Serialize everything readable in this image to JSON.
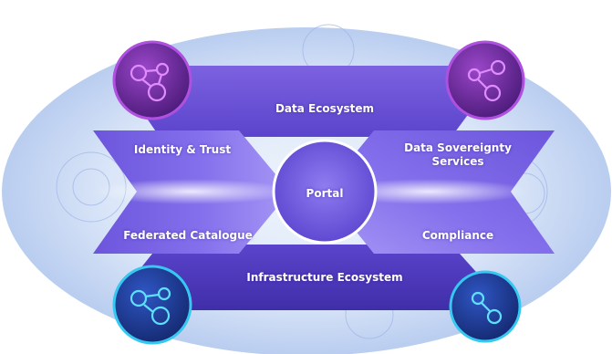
{
  "diagram": {
    "top_band": "Data Ecosystem",
    "bottom_band": "Infrastructure Ecosystem",
    "left_upper": "Identity & Trust",
    "left_lower": "Federated Catalogue",
    "right_upper": "Data Sovereignty Services",
    "right_lower": "Compliance",
    "center": "Portal"
  },
  "colors": {
    "halo_light": "#e8f0fb",
    "halo_dark": "#b9cdf0",
    "band_top": "#6f55d8",
    "band_bottom": "#4c38b8",
    "panel": "#7a62e6",
    "panel_glow": "#a99bf3",
    "top_node": "#7a2fa8",
    "top_node_ring": "#c05bea",
    "bottom_node": "#1f3c9c",
    "bottom_node_ring": "#36c8f0",
    "portal_ring": "#ffffff"
  },
  "icons": [
    "network-node-icon",
    "network-node-icon",
    "network-node-icon",
    "network-node-icon"
  ]
}
